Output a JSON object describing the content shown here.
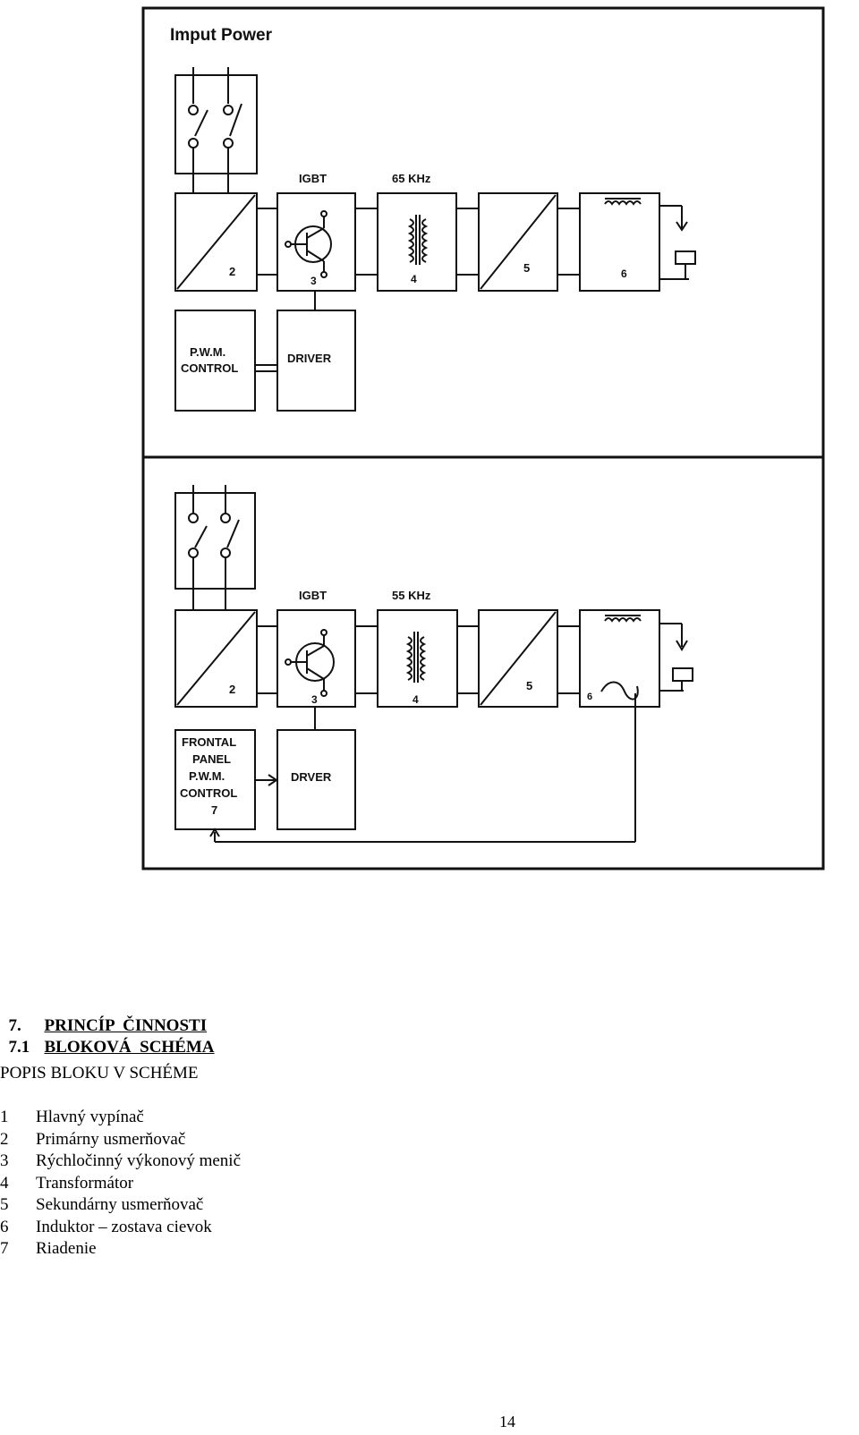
{
  "diagram_top": {
    "title": "Imput Power",
    "igbt_label": "IGBT",
    "freq_label": "65 KHz",
    "block_numbers": [
      "2",
      "3",
      "4",
      "5",
      "6"
    ],
    "pwm_lines": [
      "P.W.M.",
      "CONTROL"
    ],
    "driver_label": "DRIVER"
  },
  "diagram_bottom": {
    "igbt_label": "IGBT",
    "freq_label": "55 KHz",
    "block_numbers": [
      "2",
      "3",
      "4",
      "5",
      "6"
    ],
    "panel_lines": [
      "FRONTAL",
      "PANEL",
      "P.W.M.",
      "CONTROL",
      "7"
    ],
    "driver_label": "DRVER"
  },
  "headings": [
    {
      "num": "7.",
      "text": "PRINCÍP  ČINNOSTI"
    },
    {
      "num": "7.1",
      "text": "BLOKOVÁ  SCHÉMA"
    }
  ],
  "subtitle": "POPIS  BLOKU  V  SCHÉME",
  "legend": [
    {
      "num": "1",
      "text": "Hlavný vypínač"
    },
    {
      "num": "2",
      "text": "Primárny usmerňovač"
    },
    {
      "num": "3",
      "text": "Rýchločinný výkonový menič"
    },
    {
      "num": "4",
      "text": "Transformátor"
    },
    {
      "num": "5",
      "text": "Sekundárny usmerňovač"
    },
    {
      "num": "6",
      "text": "Induktor – zostava cievok"
    },
    {
      "num": "7",
      "text": "Riadenie"
    }
  ],
  "page_number": "14"
}
